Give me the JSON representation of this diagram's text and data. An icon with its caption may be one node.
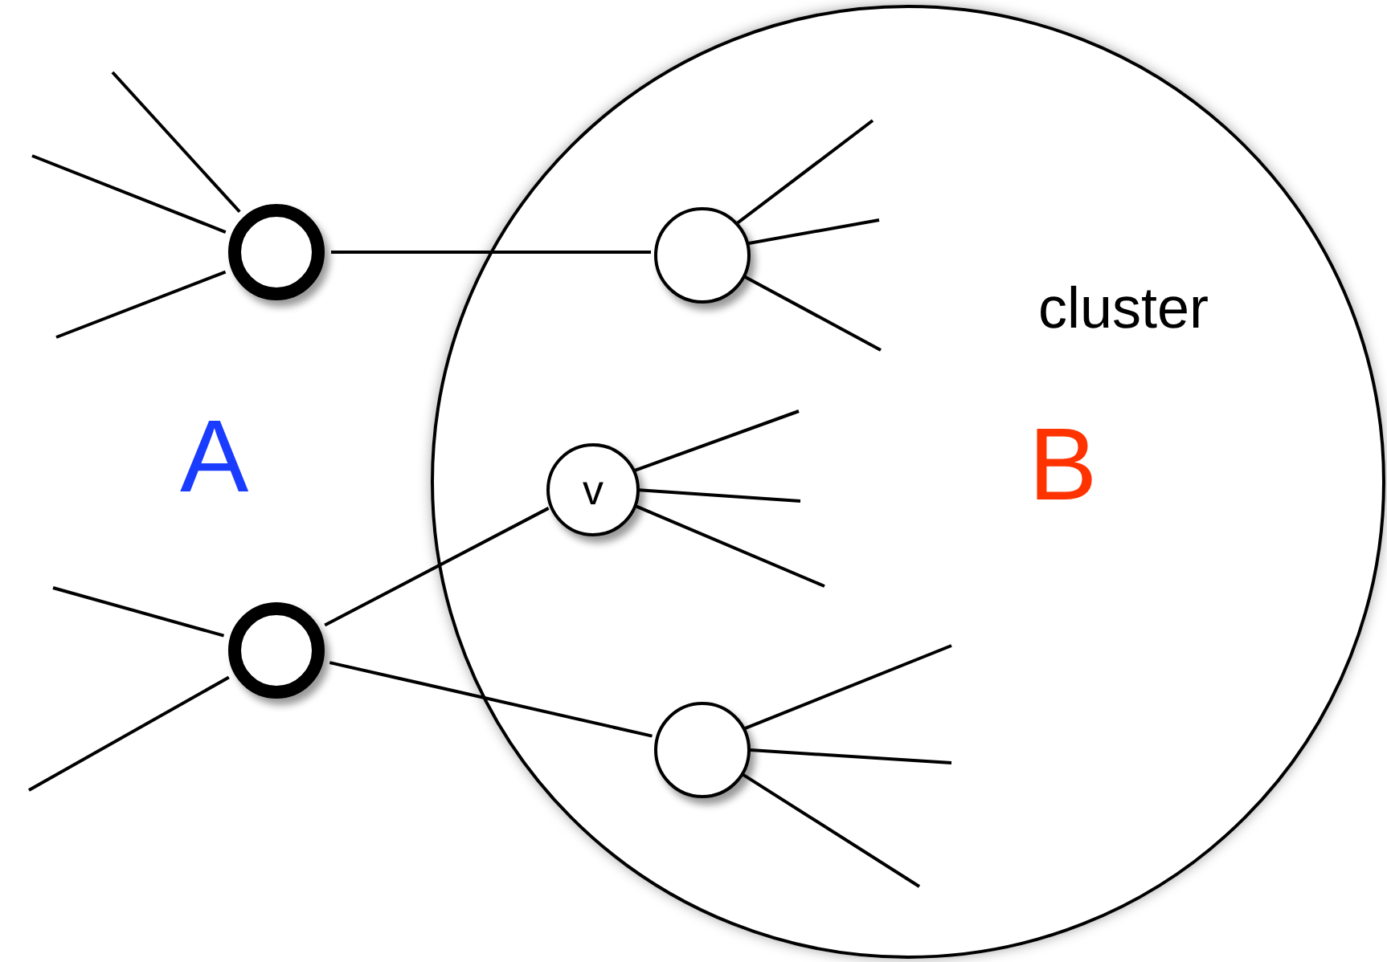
{
  "diagram": {
    "nodes": [
      {
        "text": [
          "cluster",
          "B"
        ]
      },
      {
        "text": [],
        "shape": "circle"
      },
      {
        "text": [],
        "shape": "circle"
      },
      {
        "text": [],
        "shape": "circle",
        "in": 0
      },
      {
        "text": [
          "v"
        ],
        "in": 0
      },
      {
        "text": [],
        "shape": "circle",
        "in": 0
      }
    ],
    "edges": [
      {
        "from": 1,
        "to": 3,
        "arrow": "none"
      },
      {
        "from": 2,
        "to": 4,
        "arrow": "none"
      },
      {
        "from": 2,
        "to": 5,
        "arrow": "none"
      },
      {
        "from": 1,
        "to": null,
        "arrow": "none"
      },
      {
        "from": 1,
        "to": null,
        "arrow": "none"
      },
      {
        "from": 1,
        "to": null,
        "arrow": "none"
      },
      {
        "from": 2,
        "to": null,
        "arrow": "none"
      },
      {
        "from": 2,
        "to": null,
        "arrow": "none"
      },
      {
        "from": 3,
        "to": null,
        "arrow": "none"
      },
      {
        "from": 3,
        "to": null,
        "arrow": "none"
      },
      {
        "from": 3,
        "to": null,
        "arrow": "none"
      },
      {
        "from": 4,
        "to": null,
        "arrow": "none"
      },
      {
        "from": 4,
        "to": null,
        "arrow": "none"
      },
      {
        "from": 4,
        "to": null,
        "arrow": "none"
      },
      {
        "from": 5,
        "to": null,
        "arrow": "none"
      },
      {
        "from": 5,
        "to": null,
        "arrow": "none"
      },
      {
        "from": 5,
        "to": null,
        "arrow": "none"
      }
    ],
    "labels": [
      "A"
    ]
  }
}
